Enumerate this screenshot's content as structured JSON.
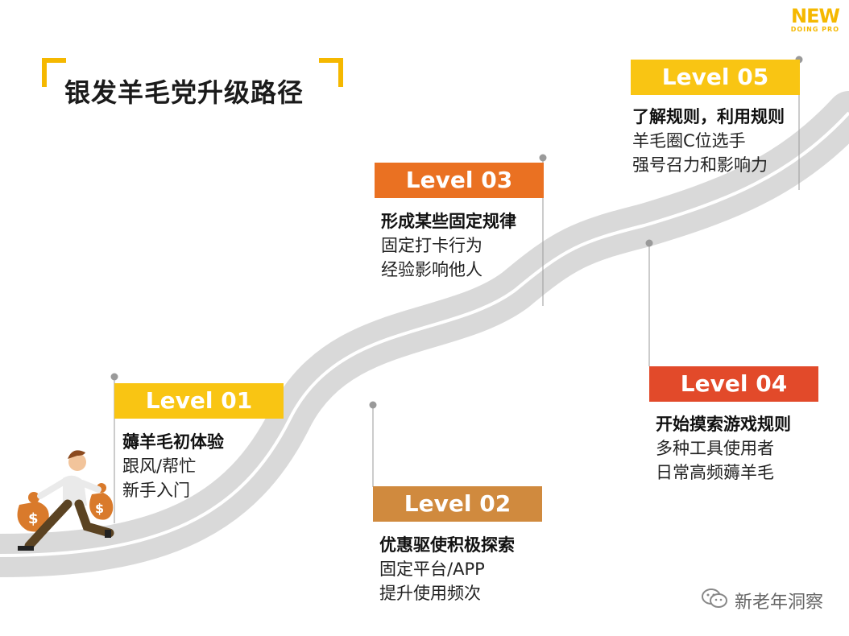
{
  "title": "银发羊毛党升级路径",
  "logo": {
    "main": "NEW",
    "sub": "DOING PRO"
  },
  "colors": {
    "accent": "#f5b800",
    "level01": "#f9c513",
    "level02": "#d08a3e",
    "level03": "#ea7122",
    "level04": "#e24a2a",
    "level05": "#f9c513",
    "road": "#d9d9d9"
  },
  "levels": [
    {
      "label": "Level 01",
      "head": "薅羊毛初体验",
      "lines": [
        "跟风/帮忙",
        "新手入门"
      ]
    },
    {
      "label": "Level 02",
      "head": "优惠驱使积极探索",
      "lines": [
        "固定平台/APP",
        "提升使用频次"
      ]
    },
    {
      "label": "Level 03",
      "head": "形成某些固定规律",
      "lines": [
        "固定打卡行为",
        "经验影响他人"
      ]
    },
    {
      "label": "Level 04",
      "head": "开始摸索游戏规则",
      "lines": [
        "多种工具使用者",
        "日常高频薅羊毛"
      ]
    },
    {
      "label": "Level 05",
      "head": "了解规则，利用规则",
      "lines": [
        "羊毛圈C位选手",
        "强号召力和影响力"
      ]
    }
  ],
  "watermark": "新老年洞察",
  "icons": [
    "wechat-icon",
    "money-bag-icon",
    "running-man-icon"
  ]
}
